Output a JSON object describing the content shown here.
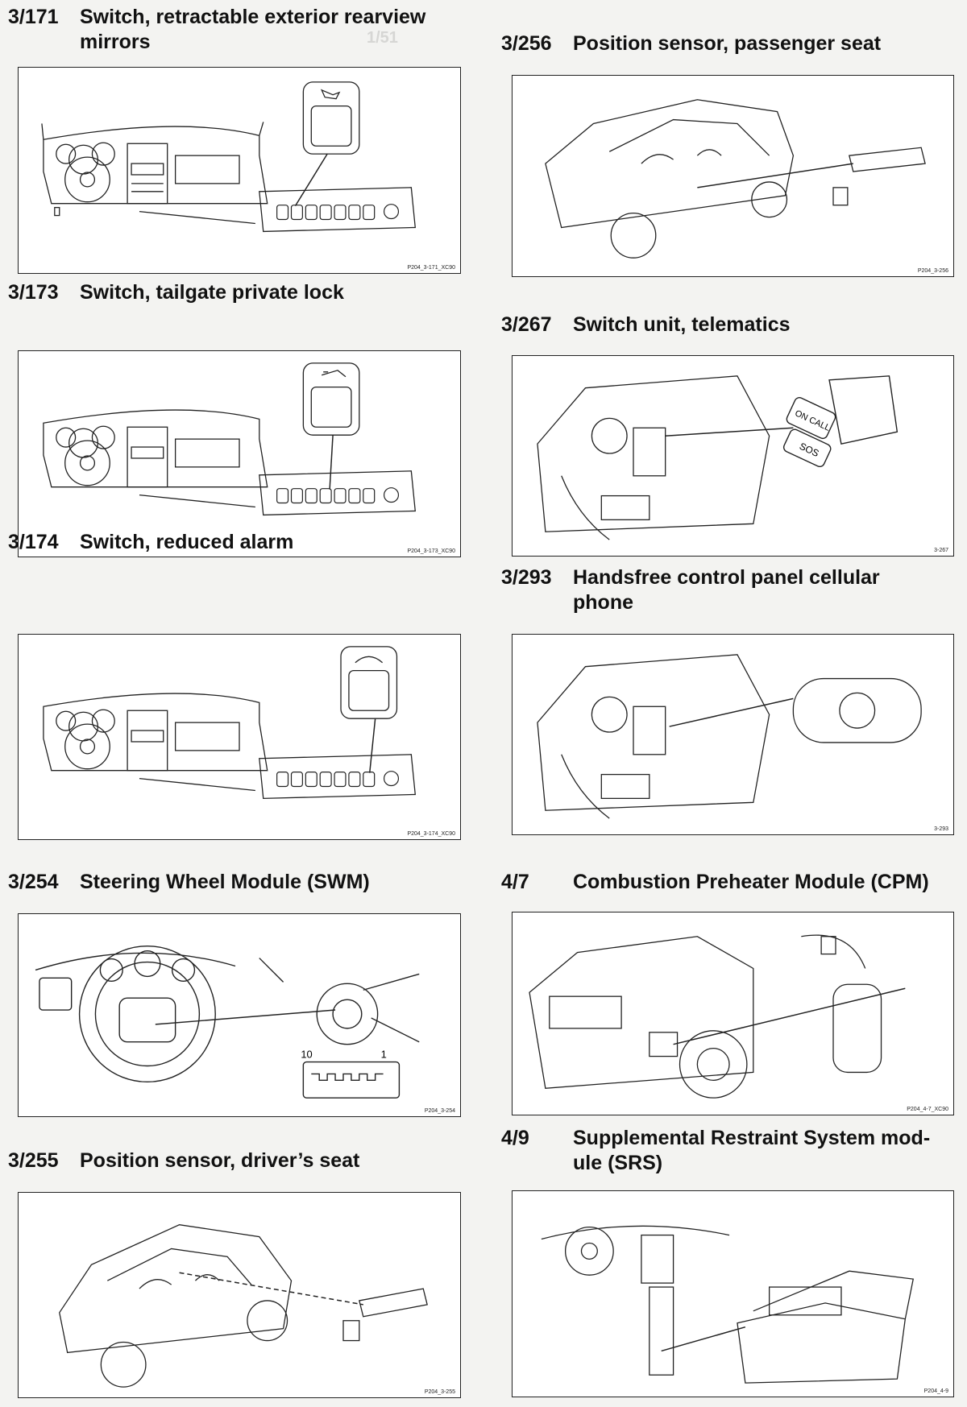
{
  "left_column": [
    {
      "number": "3/171",
      "title_lines": [
        "Switch, retractable exterior rearview",
        "mirrors"
      ],
      "figure_ref": "P204_3-171_XC90"
    },
    {
      "number": "3/173",
      "title_lines": [
        "Switch, tailgate private lock"
      ],
      "figure_ref": "P204_3-173_XC90"
    },
    {
      "number": "3/174",
      "title_lines": [
        "Switch, reduced alarm"
      ],
      "figure_ref": "P204_3-174_XC90"
    },
    {
      "number": "3/254",
      "title_lines": [
        "Steering Wheel Module (SWM)"
      ],
      "figure_ref": "P204_3-254",
      "connector_pins": [
        "10",
        "1"
      ]
    },
    {
      "number": "3/255",
      "title_lines": [
        "Position sensor, driver’s seat"
      ],
      "figure_ref": "P204_3-255"
    }
  ],
  "right_column": [
    {
      "number": "3/256",
      "title_lines": [
        "Position sensor, passenger seat"
      ],
      "figure_ref": "P204_3-256"
    },
    {
      "number": "3/267",
      "title_lines": [
        "Switch unit, telematics"
      ],
      "figure_ref": "3-267",
      "switch_labels": [
        "ON CALL",
        "SOS"
      ]
    },
    {
      "number": "3/293",
      "title_lines": [
        "Handsfree control panel cellular",
        "phone"
      ],
      "figure_ref": "3-293"
    },
    {
      "number": "4/7",
      "title_lines": [
        "Combustion Preheater Module (CPM)"
      ],
      "figure_ref": "P204_4-7_XC90"
    },
    {
      "number": "4/9",
      "title_lines": [
        "Supplemental Restraint System mod-",
        "ule (SRS)"
      ],
      "figure_ref": "P204_4-9"
    }
  ]
}
